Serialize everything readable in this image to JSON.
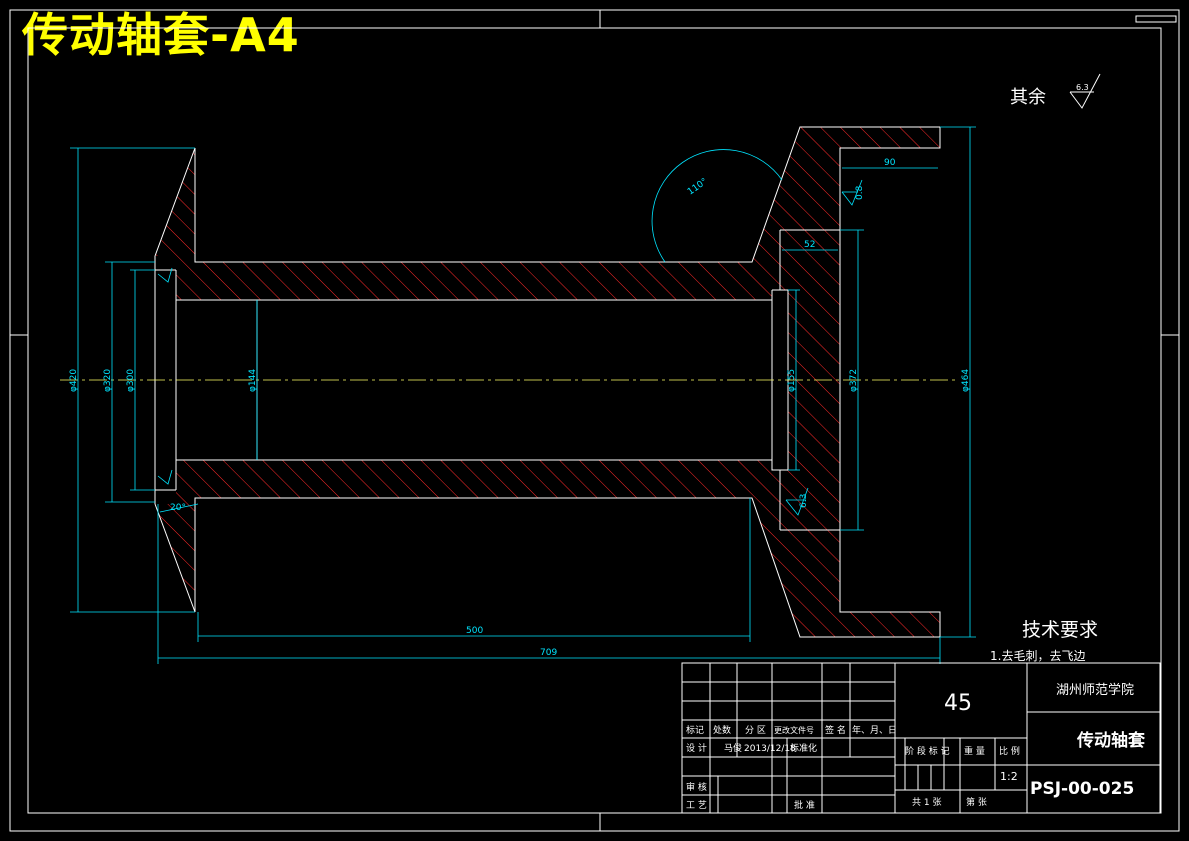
{
  "drawing_title": "传动轴套-A4",
  "roughness": {
    "label": "其余",
    "value": "6.3"
  },
  "tech_requirements": {
    "heading": "技术要求",
    "item1": "1.去毛刺，去飞边"
  },
  "dimensions": {
    "d_outer_left": "φ420",
    "d_320": "φ320",
    "d_300": "φ300",
    "d_144": "φ144",
    "d_155": "φ155",
    "d_372": "φ372",
    "d_464": "φ464",
    "len_500": "500",
    "len_709": "709",
    "len_90": "90",
    "len_52": "52",
    "angle_110": "110°",
    "angle_20": "20°",
    "rough_63": "6.3",
    "rough_08": "0.8"
  },
  "title_block": {
    "material": "45",
    "school": "湖州师范学院",
    "part_name": "传动轴套",
    "drawing_no": "PSJ-00-025",
    "scale": "1:2",
    "row_labels": {
      "c1": "标记",
      "c2": "处数",
      "c3": "分 区",
      "c4": "更改文件号",
      "c5": "签 名",
      "c6": "年、月、日"
    },
    "design_label": "设 计",
    "designer": "马俊",
    "design_date": "2013/12/18",
    "standardize_label": "标准化",
    "review_label": "审 核",
    "process_label": "工 艺",
    "approve_label": "批 准",
    "stage_label": "阶 段 标 记",
    "weight_label": "重 量",
    "scale_label": "比 例",
    "sheets_total": "共 1 张",
    "sheet_no": "第    张"
  },
  "colors": {
    "outline": "#ffffff",
    "dimension": "#00e5ff",
    "hatch": "#ff2a2a",
    "title": "#ffff00",
    "centerline": "#ffff66"
  }
}
